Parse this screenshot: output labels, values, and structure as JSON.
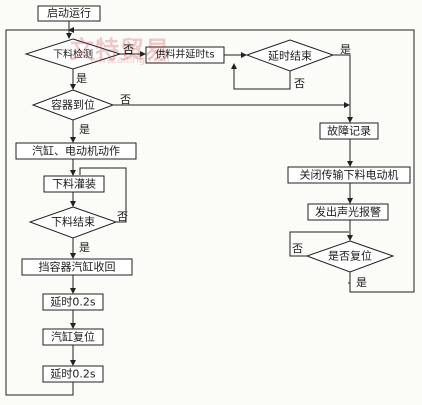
{
  "watermark": {
    "text": "文特贸易",
    "url": "www.aiting.com"
  },
  "nodes": {
    "start": "启动运行",
    "material_check": "下料检测",
    "feed_delay": "供料并延时ts",
    "delay_end_top": "延时结束",
    "container_ready": "容器到位",
    "cylinder_motor_act": "汽缸、电动机动作",
    "fill": "下料灌装",
    "fill_end": "下料结束",
    "retract_stopper": "挡容器汽缸收回",
    "delay1": "延时0.2s",
    "cylinder_reset": "汽缸复位",
    "delay2": "延时0.2s",
    "fault_record": "故障记录",
    "close_feed_motor": "关闭传输下料电动机",
    "alarm": "发出声光报警",
    "is_reset": "是否复位"
  },
  "branch_labels": {
    "yes": "是",
    "no": "否"
  }
}
